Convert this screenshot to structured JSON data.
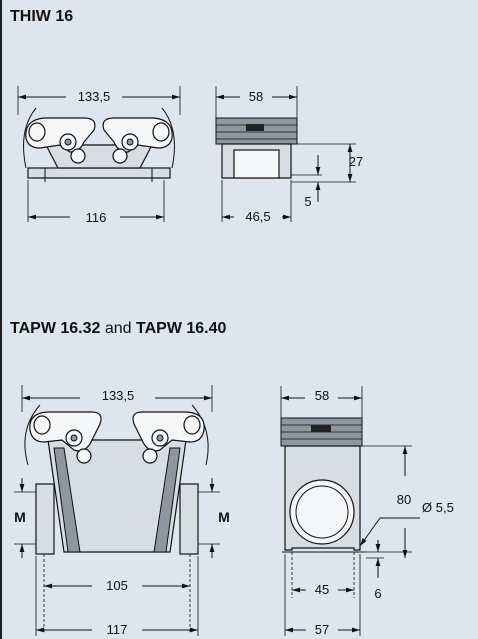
{
  "section1": {
    "title": "THIW 16",
    "front_view": {
      "width_top": "133,5",
      "width_bottom": "116"
    },
    "side_view": {
      "width_top": "58",
      "width_bottom": "46,5",
      "height": "27",
      "base": "5"
    }
  },
  "section2": {
    "title_part1": "TAPW 16.32",
    "title_part2": " and ",
    "title_part3": "TAPW 16.40",
    "front_view": {
      "width_top": "133,5",
      "inner_width": "105",
      "width_bottom": "117",
      "m_left": "M",
      "m_right": "M"
    },
    "side_view": {
      "width_top": "58",
      "height": "80",
      "hole": "Ø 5,5",
      "inner": "45",
      "base": "6",
      "width_bottom": "57"
    }
  },
  "colors": {
    "background": "#dde6ee",
    "housing": "#d7dde3",
    "dark": "#8e979f"
  }
}
